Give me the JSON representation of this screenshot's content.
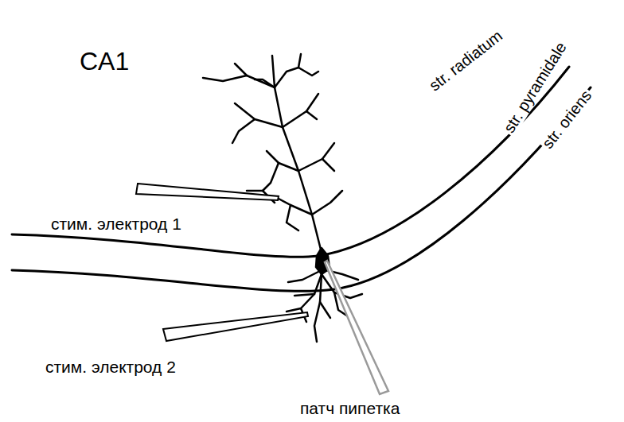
{
  "diagram": {
    "labels": [
      "CA1",
      "str. radiatum",
      "str. pyramidale",
      "str. oriens",
      "стим. электрод 1",
      "стим. электрод 2",
      "патч пипетка"
    ]
  }
}
